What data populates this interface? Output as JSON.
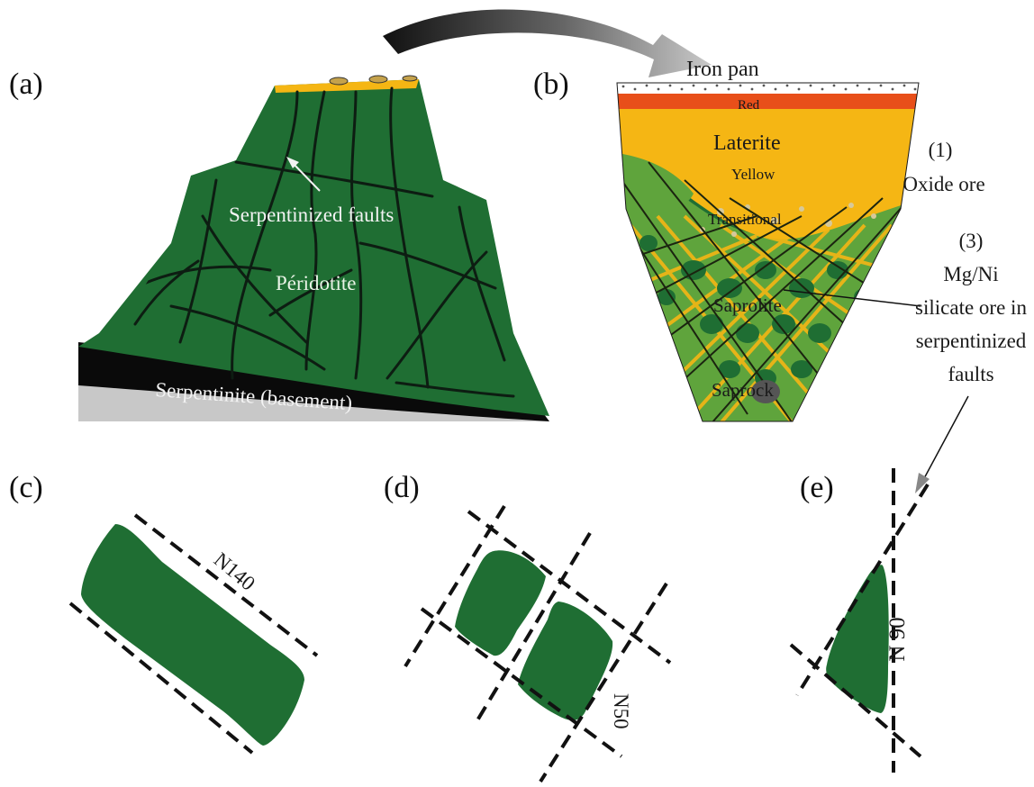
{
  "panels": {
    "a": {
      "label": "(a)",
      "serpentinized_faults": "Serpentinized faults",
      "peridotite": "Péridotite",
      "serpentinite": "Serpentinite (basement)"
    },
    "b": {
      "label": "(b)",
      "iron_pan": "Iron pan",
      "red": "Red",
      "laterite": "Laterite",
      "yellow": "Yellow",
      "transitional": "Transitional",
      "saprolite": "Saprolite",
      "saprock": "Saprock",
      "oxide_num": "(1)",
      "oxide_text": "Oxide ore",
      "silicate_num": "(3)",
      "silicate_line1": "Mg/Ni",
      "silicate_line2": "silicate ore in",
      "silicate_line3": "serpentinized",
      "silicate_line4": "faults"
    },
    "c": {
      "label": "(c)",
      "orientation": "N140"
    },
    "d": {
      "label": "(d)",
      "orientation": "N50"
    },
    "e": {
      "label": "(e)",
      "orientation": "N 90"
    }
  },
  "colors": {
    "peridotite_green": "#1f6e33",
    "light_green": "#5fa43c",
    "laterite_yellow": "#f5b614",
    "red_horizon": "#e84f1a",
    "serpentinite_black": "#0a0a0a",
    "basement_grey": "#c8c8c8"
  }
}
